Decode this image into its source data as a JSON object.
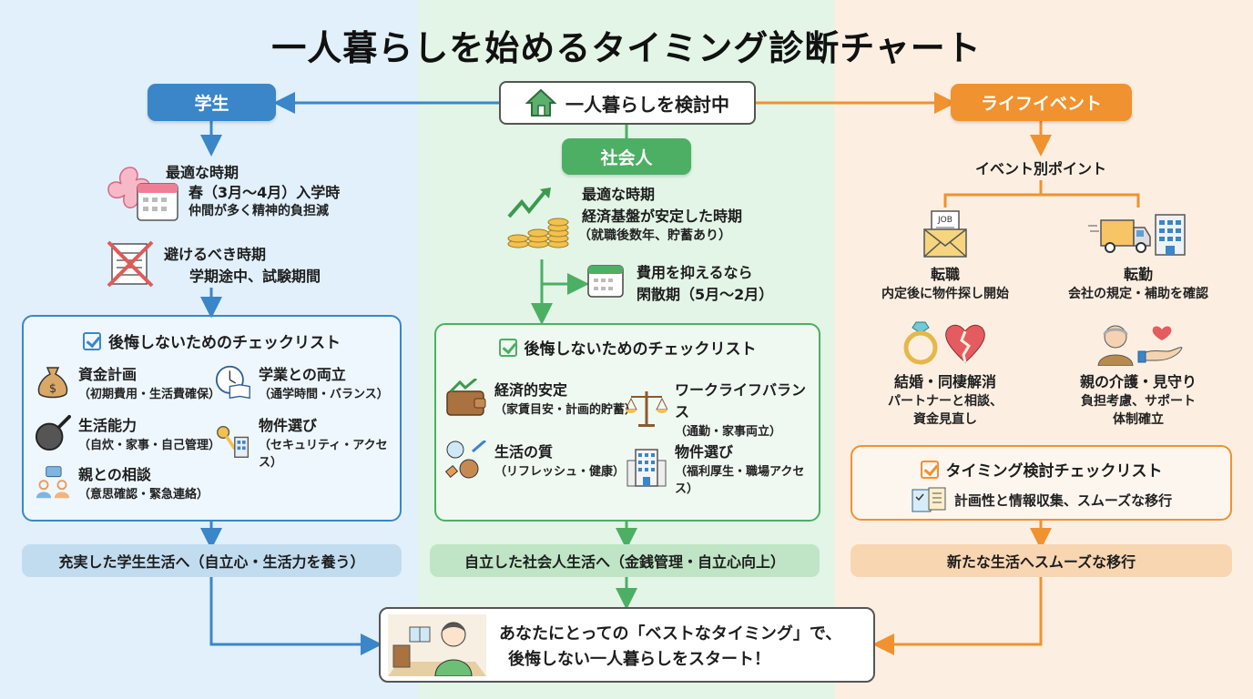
{
  "title": "一人暮らしを始めるタイミング診断チャート",
  "start_node": {
    "label": "一人暮らしを検討中",
    "icon": "house-icon"
  },
  "branches": {
    "student": {
      "label": "学生",
      "color": "#3a86c8",
      "best_time": {
        "heading": "最適な時期",
        "line1": "春（3月〜4月）入学時",
        "line2": "仲間が多く精神的負担減",
        "icons": [
          "cherry-blossom-icon",
          "calendar-icon"
        ]
      },
      "avoid_time": {
        "heading": "避けるべき時期",
        "line1": "学期途中、試験期間",
        "icon": "crossed-document-icon"
      },
      "checklist": {
        "title": "後悔しないためのチェックリスト",
        "items": [
          {
            "title": "資金計画",
            "detail": "（初期費用・生活費確保）",
            "icon": "money-bag-icon"
          },
          {
            "title": "学業との両立",
            "detail": "（通学時間・バランス）",
            "icon": "clock-book-icon"
          },
          {
            "title": "生活能力",
            "detail": "（自炊・家事・自己管理）",
            "icon": "frying-pan-icon"
          },
          {
            "title": "物件選び",
            "detail": "（セキュリティ・アクセス）",
            "icon": "key-building-icon"
          },
          {
            "title": "親との相談",
            "detail": "（意思確認・緊急連絡）",
            "icon": "people-chat-icon"
          }
        ]
      },
      "result": "充実した学生生活へ（自立心・生活力を養う）"
    },
    "worker": {
      "label": "社会人",
      "color": "#4caf64",
      "best_time": {
        "heading": "最適な時期",
        "line1": "経済基盤が安定した時期",
        "line2": "（就職後数年、貯蓄あり）",
        "icon": "coins-growth-icon"
      },
      "cost_saving": {
        "line1": "費用を抑えるなら",
        "line2": "閑散期（5月〜2月）",
        "icon": "calendar-icon"
      },
      "checklist": {
        "title": "後悔しないためのチェックリスト",
        "items": [
          {
            "title": "経済的安定",
            "detail": "（家賃目安・計画的貯蓄）",
            "icon": "wallet-growth-icon"
          },
          {
            "title": "ワークライフバランス",
            "detail": "（通勤・家事両立）",
            "icon": "scales-icon"
          },
          {
            "title": "生活の質",
            "detail": "（リフレッシュ・健康）",
            "icon": "lifestyle-icon"
          },
          {
            "title": "物件選び",
            "detail": "（福利厚生・職場アクセス）",
            "icon": "office-building-icon"
          }
        ]
      },
      "result": "自立した社会人生活へ（金銭管理・自立心向上）"
    },
    "life_event": {
      "label": "ライフイベント",
      "color": "#f0922f",
      "points_heading": "イベント別ポイント",
      "events": [
        {
          "title": "転職",
          "detail": "内定後に物件探し開始",
          "icon": "job-envelope-icon"
        },
        {
          "title": "転勤",
          "detail": "会社の規定・補助を確認",
          "icon": "truck-building-icon"
        },
        {
          "title": "結婚・同棲解消",
          "detail": "パートナーと相談、",
          "detail2": "資金見直し",
          "icon": "ring-broken-heart-icon"
        },
        {
          "title": "親の介護・見守り",
          "detail": "負担考慮、サポート",
          "detail2": "体制確立",
          "icon": "elder-care-icon"
        }
      ],
      "checklist": {
        "title": "タイミング検討チェックリスト",
        "item": "計画性と情報収集、スムーズな移行",
        "icon": "plan-documents-icon"
      },
      "result": "新たな生活へスムーズな移行"
    }
  },
  "final": {
    "line1": "あなたにとっての「ベストなタイミング」で、",
    "line2": "後悔しない一人暮らしをスタート！",
    "icon": "person-room-icon"
  }
}
